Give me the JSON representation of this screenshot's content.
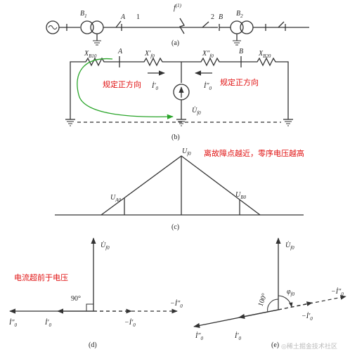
{
  "panels": {
    "a": {
      "caption": "(a)",
      "labels": {
        "b1": "B",
        "b1_sub": "1",
        "a": "A",
        "one": "1",
        "fault": "f",
        "fault_sup": "(1)",
        "two": "2",
        "b": "B",
        "b2": "B",
        "b2_sub": "2"
      }
    },
    "b": {
      "caption": "(b)",
      "labels": {
        "xb10": "X",
        "xb10_sub": "B10",
        "a": "A",
        "xf0p": "X",
        "xf0p_sub": "f0",
        "xf0p_mark": "′",
        "xf0pp": "X",
        "xf0pp_sub": "f0",
        "xf0pp_mark": "″",
        "b": "B",
        "xb20": "X",
        "xb20_sub": "B20",
        "i0p": "İ",
        "i0p_sub": "0",
        "i0p_mark": "′",
        "i0pp": "İ",
        "i0pp_sub": "0",
        "i0pp_mark": "″",
        "uf0": "U̇",
        "uf0_sub": "f0"
      },
      "annotations": {
        "left_dir": "规定正方向",
        "right_dir": "规定正方向"
      }
    },
    "c": {
      "caption": "(c)",
      "labels": {
        "uf0": "U",
        "uf0_sub": "f0",
        "ua0": "U",
        "ua0_sub": "A0",
        "ub0": "U",
        "ub0_sub": "B0"
      },
      "annotations": {
        "note": "离故障点越近，零序电压越高"
      }
    },
    "d": {
      "caption": "(d)",
      "labels": {
        "uf0": "U̇",
        "uf0_sub": "f0",
        "angle": "90°",
        "neg_i0": "−İ",
        "neg_i0_sub": "0",
        "neg_i0_mark": "″",
        "i0pp": "İ",
        "i0pp_sub": "0",
        "i0pp_mark": "″",
        "i0p": "İ",
        "i0p_sub": "0",
        "i0p_mark": "′",
        "neg_i0p": "−İ",
        "neg_i0p_sub": "0",
        "neg_i0p_mark": "′"
      },
      "annotations": {
        "note": "电流超前于电压"
      }
    },
    "e": {
      "caption": "(e)",
      "labels": {
        "uf0": "U̇",
        "uf0_sub": "f0",
        "angle": "100°",
        "phi": "φ",
        "phi_sub": "f0",
        "neg_i0pp": "−İ",
        "neg_i0pp_sub": "0",
        "neg_i0pp_mark": "″",
        "neg_i0p": "−İ",
        "neg_i0p_sub": "0",
        "neg_i0p_mark": "′",
        "i0pp": "İ",
        "i0pp_sub": "0",
        "i0pp_mark": "″",
        "i0p": "İ",
        "i0p_sub": "0",
        "i0p_mark": "′"
      }
    }
  },
  "watermark": "◎稀土掘金技术社区"
}
